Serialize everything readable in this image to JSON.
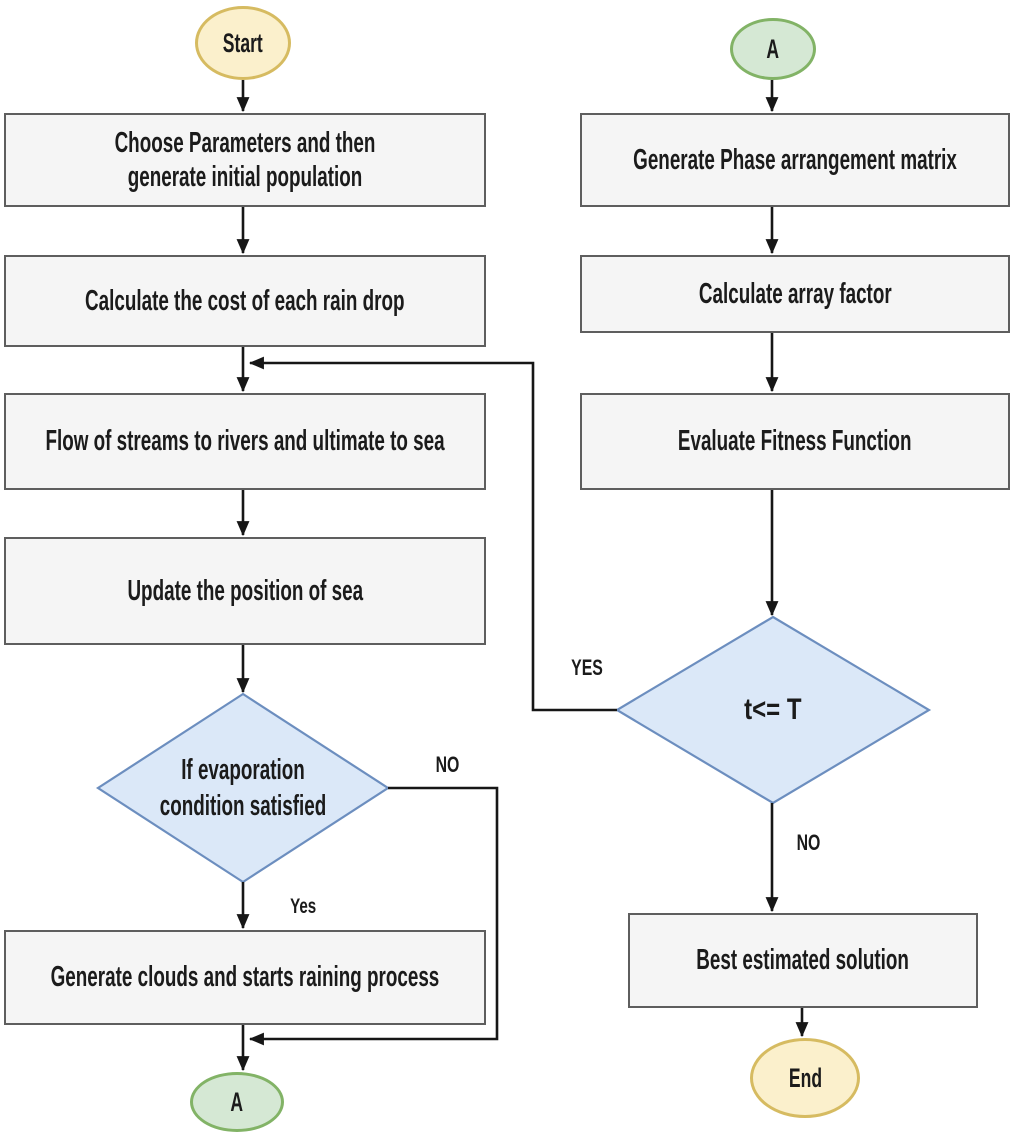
{
  "diagram_type": "flowchart",
  "colors": {
    "process_fill": "#f5f5f5",
    "process_border": "#5e5e5e",
    "terminal_fill": "#fbf0cc",
    "terminal_border": "#d6bb61",
    "offpage_connector_fill": "#d5e8d4",
    "offpage_connector_border": "#82b366",
    "decision_fill": "#dbe8f8",
    "decision_border": "#6c8ebf",
    "edge_line": "#161616",
    "text": "#1b1b1b"
  },
  "left_column": {
    "start": "Start",
    "choose_parameters": "Choose Parameters and then generate initial population",
    "calculate_cost": "Calculate the cost of each rain drop",
    "flow_streams": "Flow of streams to rivers and ultimate to sea",
    "update_sea": "Update the position of sea",
    "evaporation_decision": "If evaporation condition satisfied",
    "generate_clouds": "Generate clouds and starts raining process",
    "connector_a": "A",
    "evaporation_yes_label": "Yes",
    "evaporation_no_label": "NO"
  },
  "right_column": {
    "connector_a": "A",
    "generate_phase": "Generate Phase arrangement matrix",
    "calculate_array": "Calculate array factor",
    "evaluate_fitness": "Evaluate Fitness Function",
    "iteration_decision": "t<= T",
    "best_solution": "Best estimated solution",
    "end": "End",
    "iteration_yes_label": "YES",
    "iteration_no_label": "NO"
  }
}
